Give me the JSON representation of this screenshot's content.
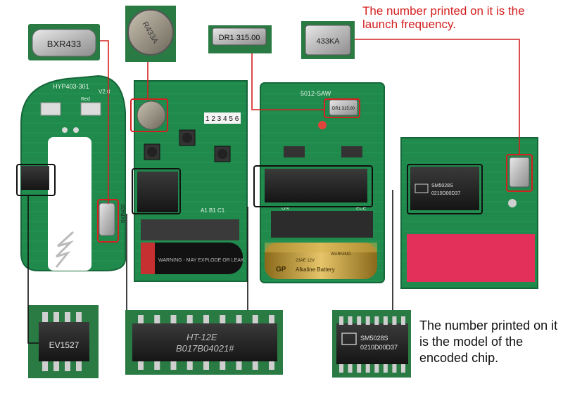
{
  "annotations": {
    "frequency_note": "The number printed on it is the launch frequency.",
    "chip_note": "The number printed on it is the model of the encoded chip."
  },
  "parts": {
    "crystal_1": "BXR433",
    "crystal_2": "R433A",
    "crystal_3": "DR1 315.00",
    "crystal_4": "433KA",
    "chip_1": "EV1527",
    "chip_2_line1": "HT-12E",
    "chip_2_line2": "B017B04021#",
    "chip_3_line1": "SM5028S",
    "chip_3_line2": "0210D00D37"
  },
  "board_labels": {
    "board1_top": "HYP403-301",
    "board1_version": "V2.0",
    "board1_red": "Red",
    "board1_crystal": "BXR433",
    "board2_dip_numbers": "1 2 3 4 5 6",
    "board2_pins": "A1  B1  C1",
    "board3_saw": "5012-SAW",
    "board3_ece": "ECE",
    "board3_on": "ON",
    "board3_battery": "Alkaline Battery",
    "board3_warning": "WARNING",
    "board3_battery_model": "23AE 12V",
    "board3_brand": "GP",
    "board4_chip_top": "SM5028S",
    "board4_chip_bottom": "0210D00D37",
    "battery2_warning": "WARNING - MAY EXPLODE OR LEAK"
  },
  "colors": {
    "annotation_red": "#d42020",
    "leader_black": "#111111",
    "pcb_green": "#1f8a4c"
  }
}
